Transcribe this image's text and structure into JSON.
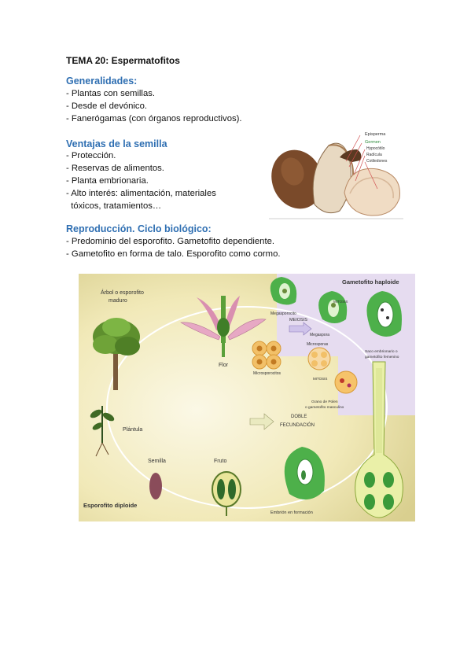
{
  "title": "TEMA 20: Espermatofitos",
  "general": {
    "heading": "Generalidades:",
    "items": [
      "- Plantas con semillas.",
      "- Desde el devónico.",
      "- Fanerógamas (con órganos reproductivos)."
    ]
  },
  "ventajas": {
    "heading": "Ventajas de la semilla",
    "items": [
      "- Protección.",
      "- Reservas de alimentos.",
      "- Planta embrionaria.",
      "- Alto interés: alimentación, materiales",
      "  tóxicos, tratamientos…"
    ]
  },
  "seed_figure": {
    "labels": [
      "Episperma",
      "Germen",
      "Hypocótilo",
      "Radícula",
      "Cotiledones"
    ]
  },
  "reproduccion": {
    "heading": "Reproducción. Ciclo biológico:",
    "items": [
      "- Predominio del esporofito. Gametofito dependiente.",
      "- Gametofito en forma de talo. Esporofito como cormo."
    ]
  },
  "cycle_figure": {
    "gametofito": "Gametofito haploide",
    "esporofito": "Esporofito diploide",
    "arbol_1": "Árbol o esporofito",
    "arbol_2": "maduro",
    "flor": "Flor",
    "plantula": "Plántula",
    "semilla": "Semilla",
    "fruto": "Fruto",
    "megasporocito": "Megasporocito",
    "meiosis": "MEIOSIS",
    "megaspora": "Megaspora",
    "mitosis1": "MITOSIS",
    "microsporas": "Microsporas",
    "microsporocitos": "Microsporocitos",
    "mitosis2": "MITOSIS",
    "saco_1": "Saco embrionario o",
    "saco_2": "gametofito femenino",
    "polen_1": "Grano de Polen",
    "polen_2": "o gametofito masculino",
    "doble_1": "DOBLE",
    "doble_2": "FECUNDACIÓN",
    "embrion": "Embrión en formación"
  }
}
